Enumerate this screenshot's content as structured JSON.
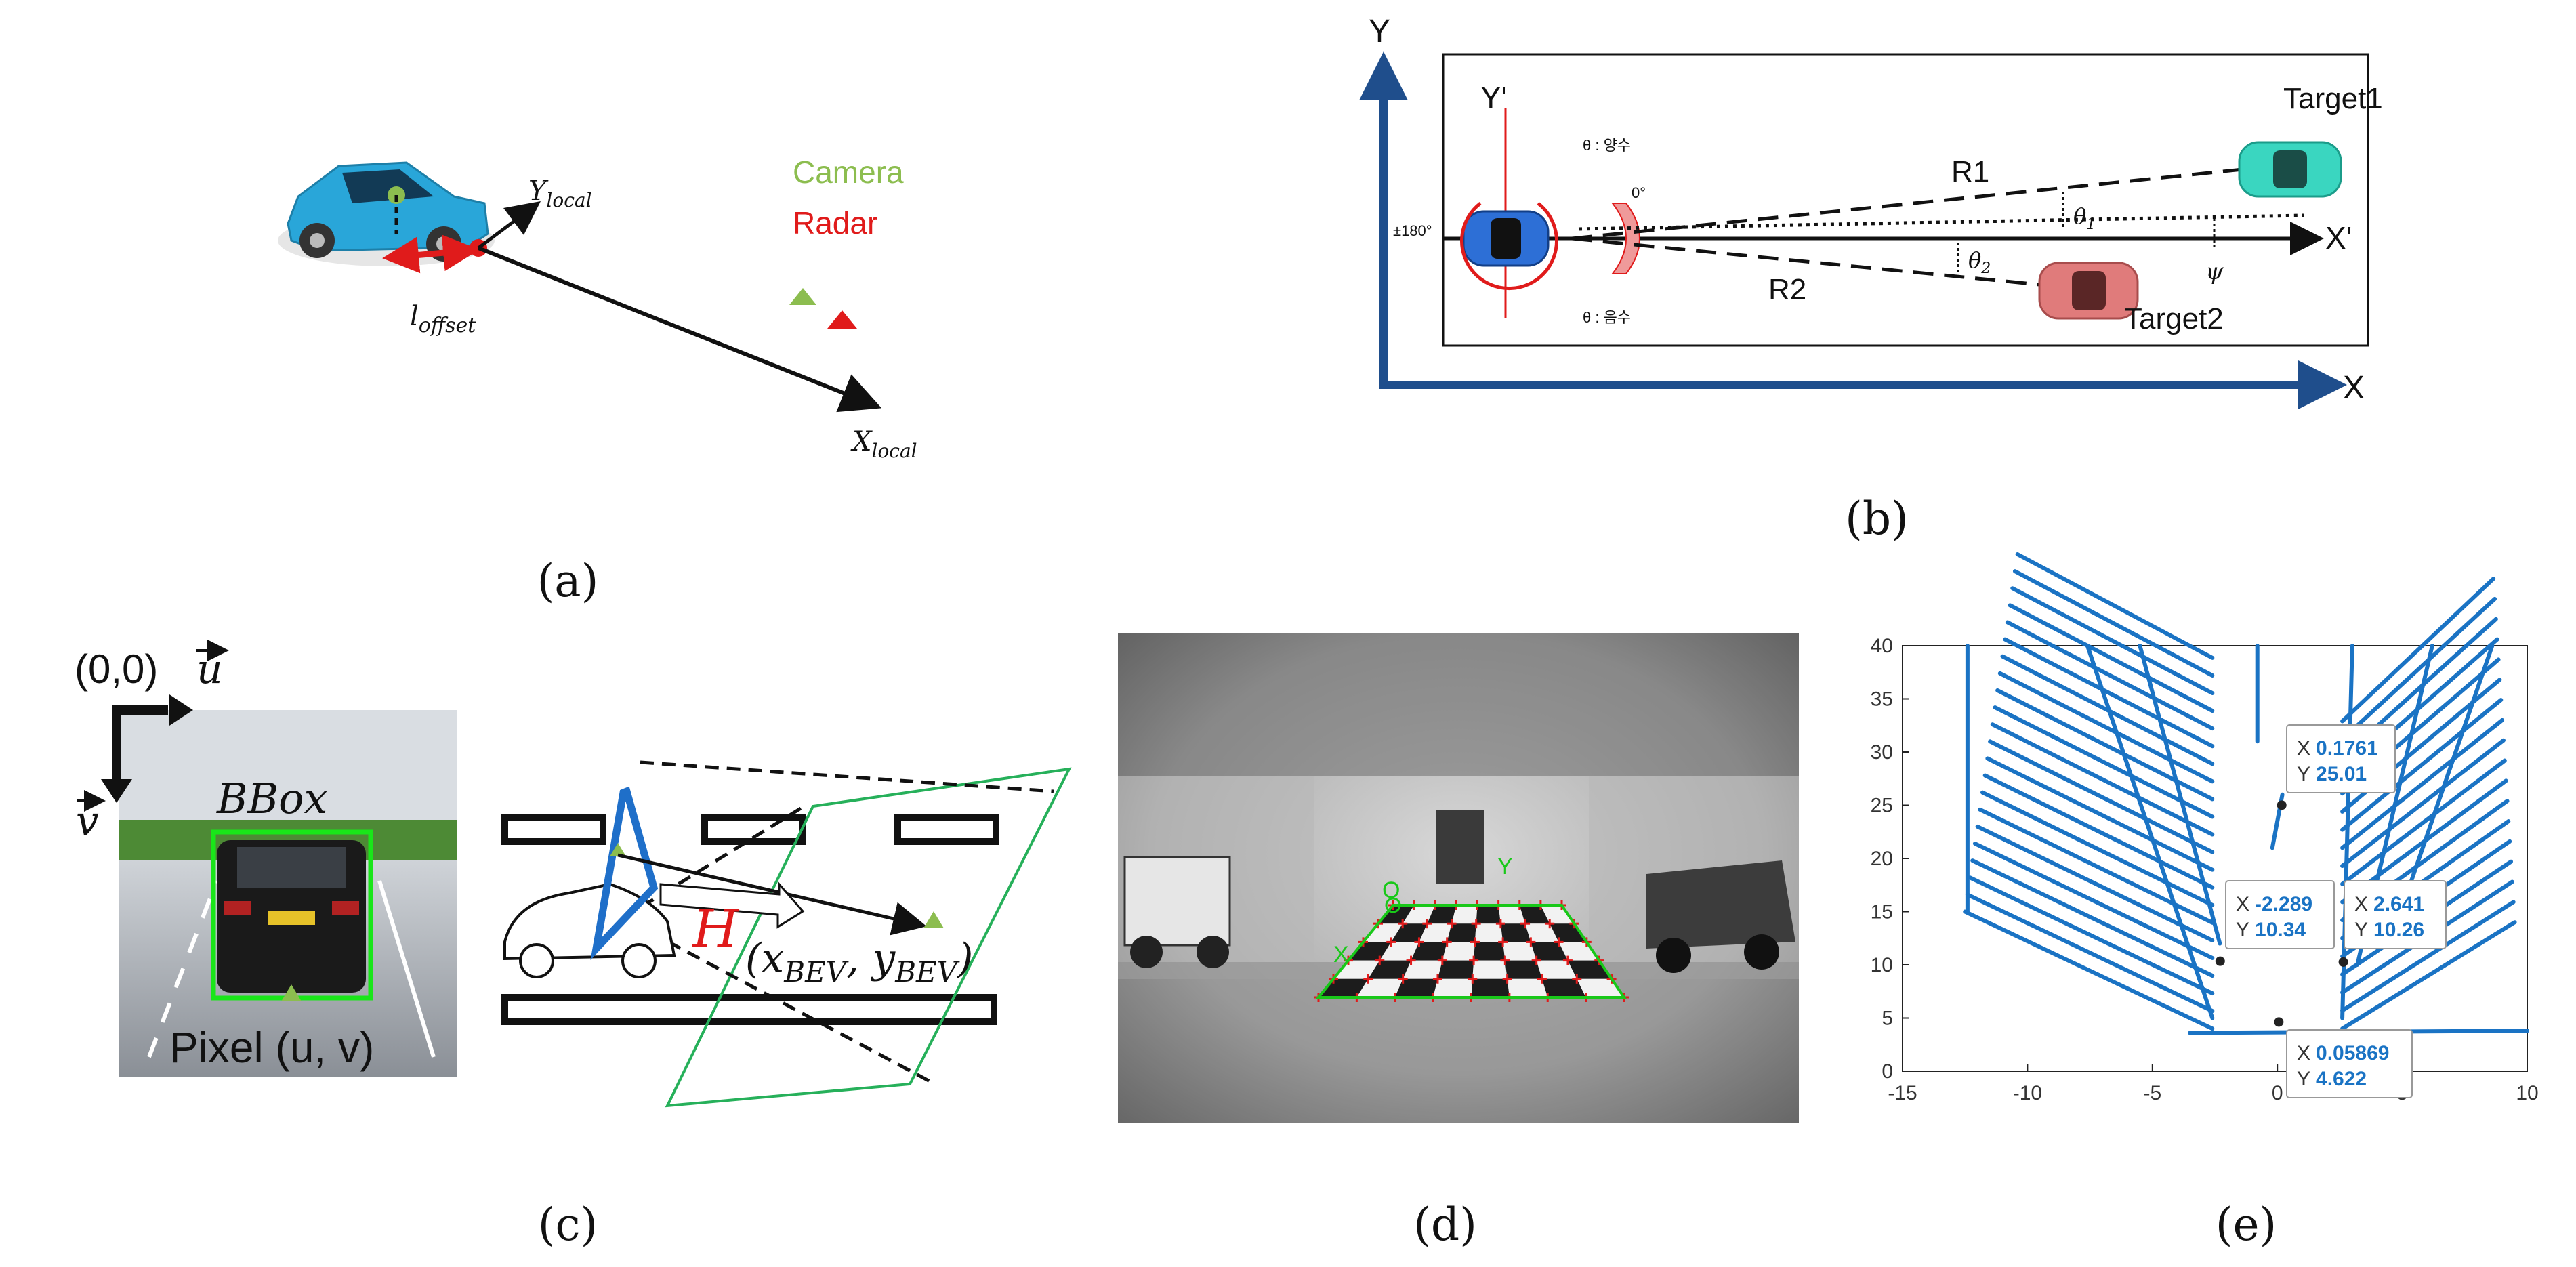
{
  "panel_a": {
    "caption": "(a)",
    "y_local": "Y",
    "y_local_sub": "local",
    "x_local": "X",
    "x_local_sub": "local",
    "l_offset": "l",
    "l_offset_sub": "offset",
    "legend_camera": "Camera",
    "legend_radar": "Radar",
    "colors": {
      "camera": "#8cbd4f",
      "radar": "#e01b1b",
      "car": "#29a6d9"
    }
  },
  "panel_b": {
    "caption": "(b)",
    "axis_y": "Y",
    "axis_x": "X",
    "axis_y_prime": "Y'",
    "axis_x_prime": "X'",
    "target1": "Target1",
    "target2": "Target2",
    "r1": "R1",
    "r2": "R2",
    "theta1": "θ",
    "theta1_sub": "1",
    "theta2": "θ",
    "theta2_sub": "2",
    "psi": "ψ",
    "angle_180": "±180°",
    "angle_0": "0°",
    "theta_pos": "θ : 양수",
    "theta_neg": "θ : 음수",
    "colors": {
      "axis": "#1f4e8c",
      "target1": "#3ad6c0",
      "target2": "#e07b7b",
      "ego": "#2d6fd6"
    }
  },
  "panel_c": {
    "caption": "(c)",
    "origin": "(0,0)",
    "u_vec": "u",
    "v_vec": "v",
    "bbox_label": "BBox",
    "pixel_label": "Pixel (u, v)",
    "homography": "H",
    "bev_open": "(",
    "bev_x": "x",
    "bev_x_sub": "BEV",
    "bev_comma": ", ",
    "bev_y": "y",
    "bev_y_sub": "BEV",
    "bev_close": ")"
  },
  "panel_d": {
    "caption": "(d)",
    "label_o": "O",
    "label_x": "X",
    "label_y": "Y"
  },
  "panel_e": {
    "caption": "(e)",
    "tip1_x_label": "X",
    "tip1_x": "0.1761",
    "tip1_y_label": "Y",
    "tip1_y": "25.01",
    "tip2_x_label": "X",
    "tip2_x": "-2.289",
    "tip2_y_label": "Y",
    "tip2_y": "10.34",
    "tip3_x_label": "X",
    "tip3_x": "2.641",
    "tip3_y_label": "Y",
    "tip3_y": "10.26",
    "tip4_x_label": "X",
    "tip4_x": "0.05869",
    "tip4_y_label": "Y",
    "tip4_y": "4.622"
  },
  "chart_data": {
    "type": "scatter",
    "xlim": [
      -15,
      10
    ],
    "ylim": [
      0,
      40
    ],
    "x_ticks": [
      -15,
      -10,
      -5,
      0,
      5,
      10
    ],
    "y_ticks": [
      0,
      5,
      10,
      15,
      20,
      25,
      30,
      35,
      40
    ],
    "x_tick_labels": [
      "-15",
      "-10",
      "-5",
      "0",
      "5",
      "10"
    ],
    "y_tick_labels": [
      "0",
      "5",
      "10",
      "15",
      "20",
      "25",
      "30",
      "35",
      "40"
    ],
    "grid": false,
    "series_color": "#1a73c4",
    "marked_points": [
      {
        "x": 0.1761,
        "y": 25.01
      },
      {
        "x": -2.289,
        "y": 10.34
      },
      {
        "x": 2.641,
        "y": 10.26
      },
      {
        "x": 0.05869,
        "y": 4.622
      }
    ]
  }
}
